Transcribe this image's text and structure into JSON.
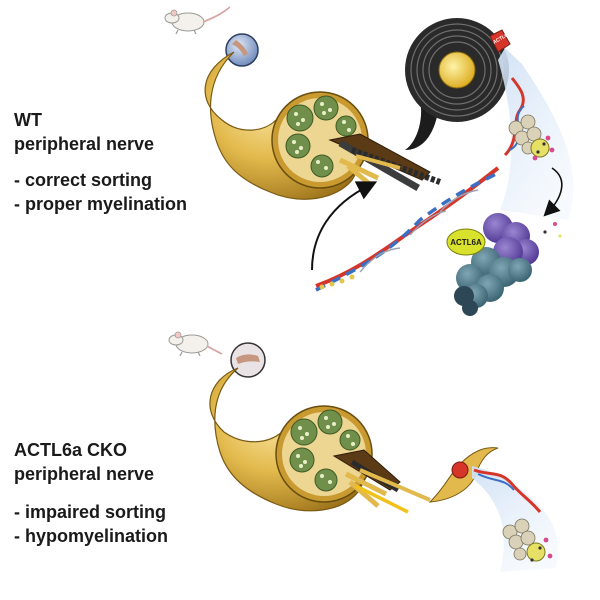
{
  "wt": {
    "title": "WT",
    "subtitle": "peripheral nerve",
    "points": [
      "- correct sorting",
      "- proper myelination"
    ]
  },
  "cko": {
    "title": "ACTL6a CKO",
    "subtitle": "peripheral nerve",
    "points": [
      "- impaired sorting",
      "- hypomyelination"
    ]
  },
  "labels": {
    "protein": "ACTL6A",
    "tag_small": "ACTL6"
  },
  "colors": {
    "nerve_gold": "#e2b94c",
    "nerve_dark": "#a37a1e",
    "fascicle_green": "#6f8f4a",
    "protein_yellow": "#d8e12c",
    "complex_purple": "#6a4fa8",
    "complex_teal": "#4a7c8c",
    "myelin_dark": "#3c3c3c",
    "axon_yellow": "#f0c21a"
  },
  "icons": [
    "mouse-icon",
    "nerve-bundle-icon",
    "myelin-cross-section-icon",
    "dna-helix-icon",
    "nucleosome-icon",
    "chromatin-remodeler-complex-icon",
    "arrow-icon"
  ]
}
